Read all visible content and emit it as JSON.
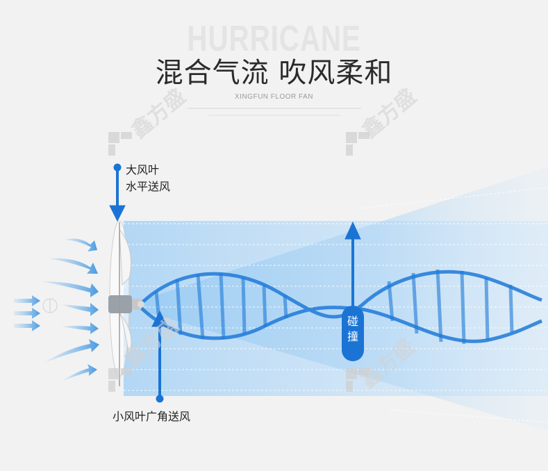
{
  "background_word": "HURRICANE",
  "title": "混合气流 吹风柔和",
  "subtitle": "XINGFUN FLOOR FAN",
  "labels": {
    "big_blade_line1": "大风叶",
    "big_blade_line2": "水平送风",
    "small_blade": "小风叶广角送风",
    "collision_line1": "碰",
    "collision_line2": "撞"
  },
  "watermark": "鑫方盛",
  "colors": {
    "accent": "#1b74d4",
    "airflow_light": "#bcdcf7",
    "background": "#f2f2f2"
  },
  "icons": [
    "fan-icon",
    "wind-arrow-icon",
    "helix-airflow-icon"
  ]
}
